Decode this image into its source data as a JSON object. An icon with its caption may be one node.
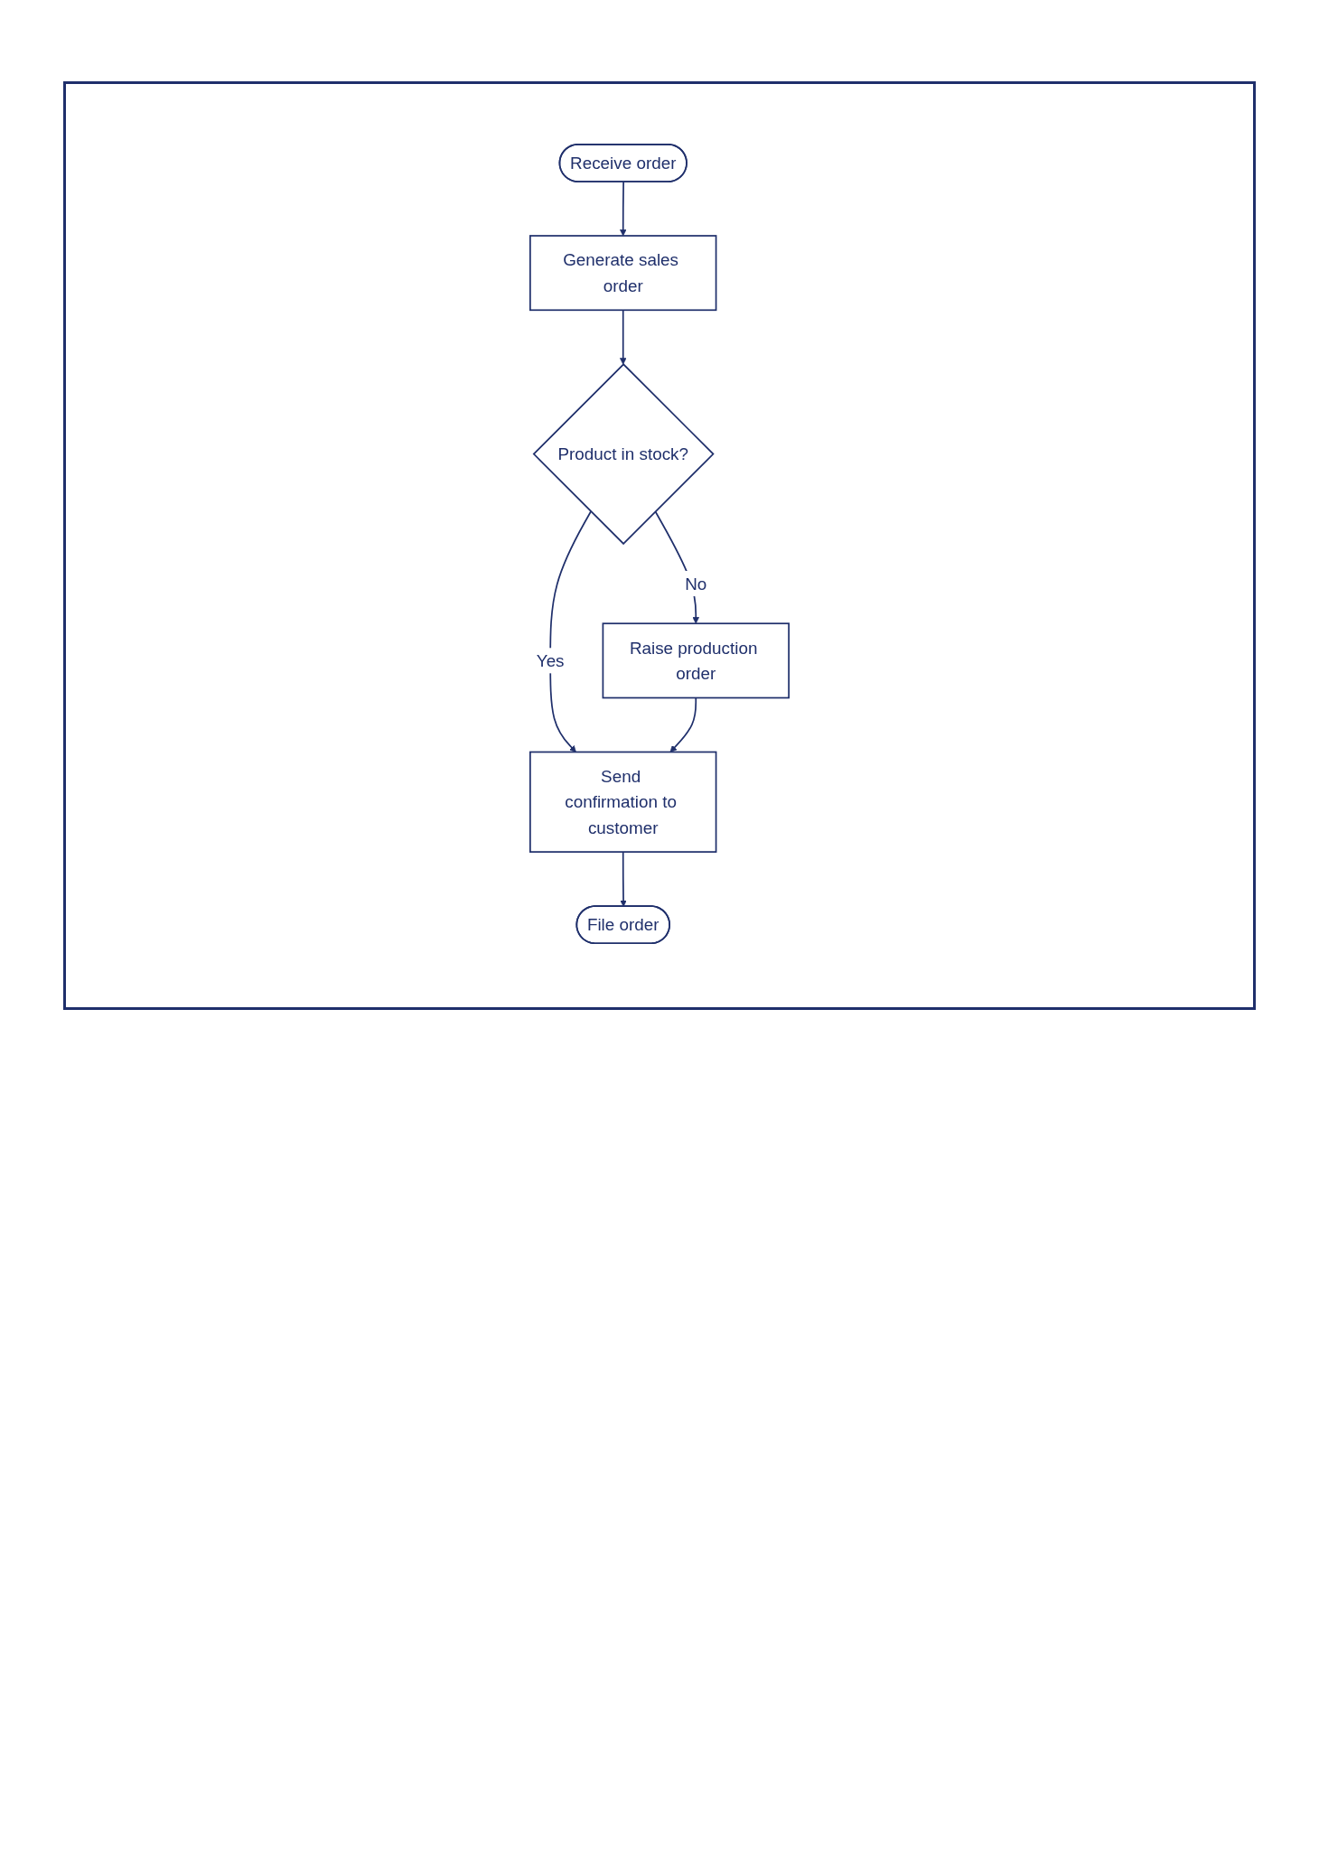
{
  "diagram": {
    "nodes": [
      {
        "text": [
          "Receive order"
        ]
      },
      {
        "text": [
          "Generate sales order"
        ]
      },
      {
        "text": [
          "Product in stock?"
        ]
      },
      {
        "text": [
          "Raise production order"
        ]
      },
      {
        "text": [
          "Send confirmation to customer"
        ]
      },
      {
        "text": [
          "File order"
        ]
      }
    ],
    "edges": [
      {
        "from": 0,
        "to": 1,
        "arrow": "to"
      },
      {
        "from": 1,
        "to": 2,
        "arrow": "to"
      },
      {
        "from": 2,
        "to": 3,
        "arrow": "to",
        "label": "No"
      },
      {
        "from": 2,
        "to": 4,
        "arrow": "to",
        "label": "Yes"
      },
      {
        "from": 3,
        "to": 4,
        "arrow": "to"
      },
      {
        "from": 4,
        "to": 5,
        "arrow": "to"
      }
    ]
  }
}
